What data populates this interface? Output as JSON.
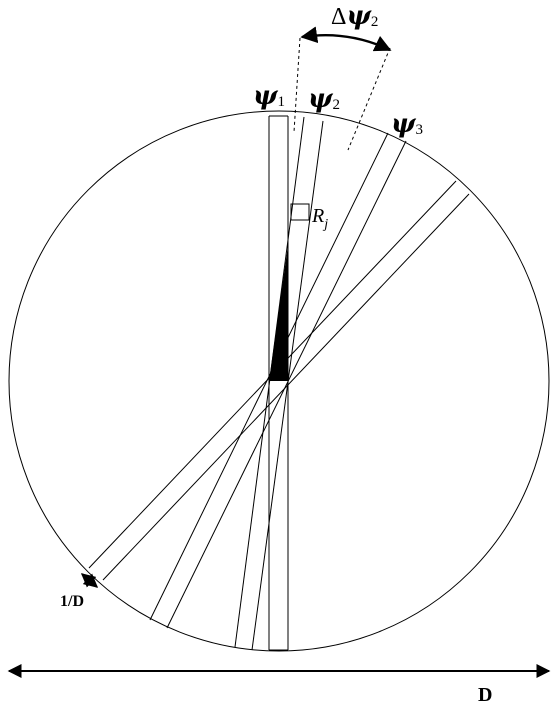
{
  "labels": {
    "psi_symbol": "ψ",
    "psi1_sub": "1",
    "psi2_sub": "2",
    "psi3_sub": "3",
    "delta_psi2_prefix": "Δ",
    "delta_psi2_symbol": "ψ",
    "delta_psi2_sub": "2",
    "rj_main": "R",
    "rj_sub": "j",
    "inv_d": "1/D",
    "diameter": "D"
  },
  "colors": {
    "stroke": "#000000",
    "background": "#ffffff",
    "fill_wedge": "#000000"
  }
}
